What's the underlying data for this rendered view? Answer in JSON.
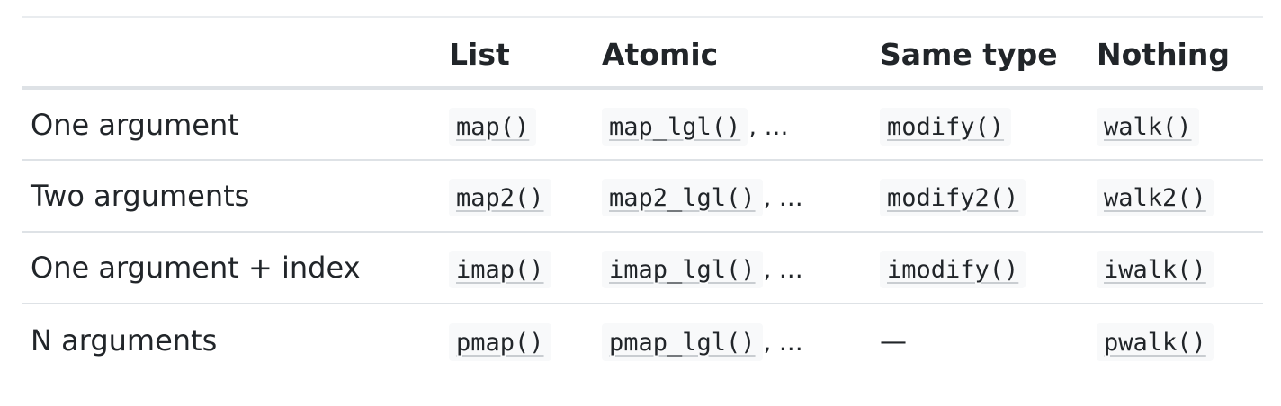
{
  "table": {
    "headers": [
      "",
      "List",
      "Atomic",
      "Same type",
      "Nothing"
    ],
    "rows": [
      {
        "label": "One argument",
        "list": "map()",
        "atomic": "map_lgl()",
        "atomic_suffix": ", …",
        "same_type": "modify()",
        "nothing": "walk()"
      },
      {
        "label": "Two arguments",
        "list": "map2()",
        "atomic": "map2_lgl()",
        "atomic_suffix": ", …",
        "same_type": "modify2()",
        "nothing": "walk2()"
      },
      {
        "label": "One argument + index",
        "list": "imap()",
        "atomic": "imap_lgl()",
        "atomic_suffix": ", …",
        "same_type": "imodify()",
        "nothing": "iwalk()"
      },
      {
        "label": "N arguments",
        "list": "pmap()",
        "atomic": "pmap_lgl()",
        "atomic_suffix": ", …",
        "same_type": "—",
        "nothing": "pwalk()"
      }
    ]
  }
}
